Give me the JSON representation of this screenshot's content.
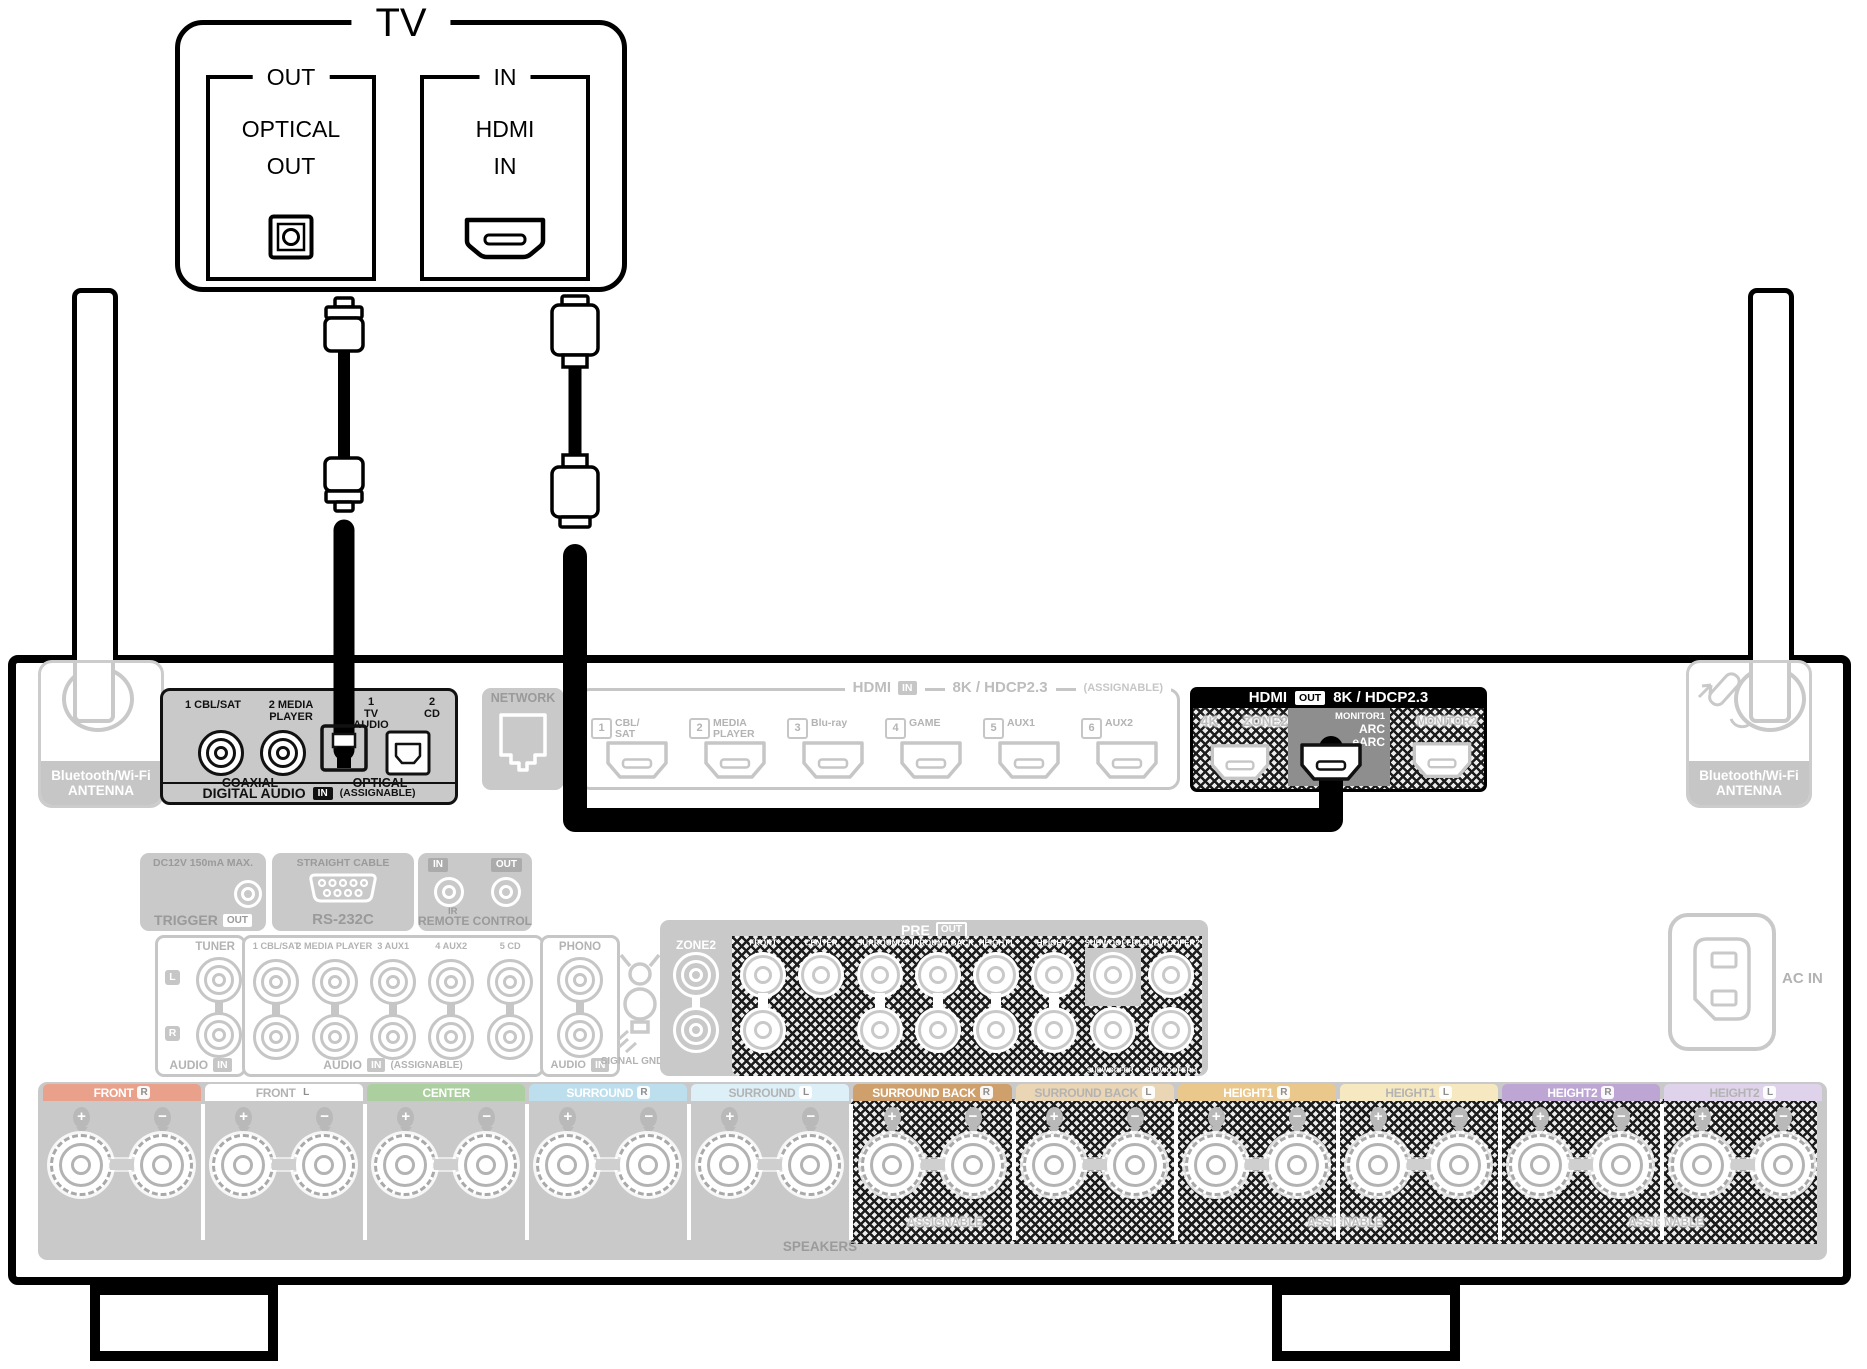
{
  "tv": {
    "title": "TV",
    "optical": {
      "group": "OUT",
      "label": "OPTICAL\nOUT"
    },
    "hdmi": {
      "group": "IN",
      "label": "HDMI\nIN"
    }
  },
  "rx": {
    "ant_left": {
      "label": "Bluetooth/Wi-Fi\nANTENNA"
    },
    "ant_right": {
      "label": "Bluetooth/Wi-Fi\nANTENNA"
    },
    "da": {
      "coax1": "1 CBL/SAT",
      "coax2": "2 MEDIA\nPLAYER",
      "opt1": "1\nTV\nAUDIO",
      "opt2": "2\nCD",
      "coaxial": "COAXIAL",
      "optical": "OPTICAL",
      "title": "DIGITAL AUDIO",
      "in": "IN",
      "assignable": "(ASSIGNABLE)"
    },
    "network": {
      "label": "NETWORK"
    },
    "hdmi_in": {
      "title": "HDMI",
      "in": "IN",
      "spec": "8K / HDCP2.3",
      "assignable": "(ASSIGNABLE)",
      "ports": [
        {
          "num": "1",
          "label": "CBL/\nSAT"
        },
        {
          "num": "2",
          "label": "MEDIA\nPLAYER"
        },
        {
          "num": "3",
          "label": "Blu-ray"
        },
        {
          "num": "4",
          "label": "GAME"
        },
        {
          "num": "5",
          "label": "AUX1"
        },
        {
          "num": "6",
          "label": "AUX2"
        }
      ]
    },
    "hdmi_out": {
      "title": "HDMI",
      "out": "OUT",
      "spec": "8K / HDCP2.3",
      "header_bg": "#000000",
      "m1_bg": "#8e8e8e",
      "p1l": "4K",
      "p1r": "ZONE2",
      "m1": [
        "MONITOR1",
        "ARC",
        "eARC"
      ],
      "m2": "MONITOR2"
    },
    "trigger": {
      "spec": "DC12V 150mA MAX.",
      "title": "TRIGGER",
      "out": "OUT"
    },
    "rs232": {
      "spec": "STRAIGHT CABLE",
      "title": "RS-232C"
    },
    "remote": {
      "in": "IN",
      "out": "OUT",
      "ir": "IR",
      "title": "REMOTE CONTROL"
    },
    "tuner": {
      "label": "TUNER",
      "l": "L",
      "r": "R",
      "title": "AUDIO",
      "in": "IN"
    },
    "audio": {
      "cols": [
        {
          "label": "1 CBL/SAT"
        },
        {
          "label": "2 MEDIA PLAYER"
        },
        {
          "label": "3 AUX1"
        },
        {
          "label": "4 AUX2"
        },
        {
          "label": "5 CD"
        }
      ],
      "title": "AUDIO",
      "in": "IN",
      "assignable": "(ASSIGNABLE)"
    },
    "phono": {
      "label": "PHONO",
      "title": "AUDIO",
      "in": "IN"
    },
    "gnd": {
      "label": "SIGNAL GND"
    },
    "preout": {
      "title": "PRE",
      "out": "OUT",
      "zone2": "ZONE2",
      "cols": [
        {
          "label": "FRONT",
          "pair": true
        },
        {
          "label": "CENTER"
        },
        {
          "label": "SURROUND",
          "pair": true
        },
        {
          "label": "SURROUND BACK",
          "pair": true
        },
        {
          "label": "HEIGHT1",
          "pair": true
        },
        {
          "label": "HEIGHT2",
          "pair": true
        },
        {
          "label": "SUBWOOFER1",
          "sub": true,
          "solid": true,
          "bottom_label": "SUBWOOFER 3"
        },
        {
          "label": "SUBWOOFER2",
          "sub": true,
          "bottom_label": "SUBWOOFER 4"
        }
      ]
    },
    "ac": {
      "label": "AC IN"
    },
    "spk": {
      "title": "SPEAKERS",
      "assignable": "ASSIGNABLE",
      "plus": "+",
      "minus": "−",
      "cols": [
        {
          "label": "FRONT",
          "side": "R",
          "color": "#e9a18c",
          "fg": "#ffffff"
        },
        {
          "label": "FRONT",
          "side": "L",
          "color": "#ffffff",
          "fg": "#b3b3b3"
        },
        {
          "label": "CENTER",
          "side": "",
          "color": "#abcf9f",
          "fg": "#ffffff"
        },
        {
          "label": "SURROUND",
          "side": "R",
          "color": "#bcdeed",
          "fg": "#ffffff"
        },
        {
          "label": "SURROUND",
          "side": "L",
          "color": "#ddf0f8",
          "fg": "#b3b3b3"
        },
        {
          "label": "SURROUND BACK",
          "side": "R",
          "color": "#cfa06b",
          "fg": "#ffffff"
        },
        {
          "label": "SURROUND BACK",
          "side": "L",
          "color": "#ead5b4",
          "fg": "#b3b3b3"
        },
        {
          "label": "HEIGHT1",
          "side": "R",
          "color": "#eac88b",
          "fg": "#ffffff"
        },
        {
          "label": "HEIGHT1",
          "side": "L",
          "color": "#f6e9c2",
          "fg": "#b3b3b3"
        },
        {
          "label": "HEIGHT2",
          "side": "R",
          "color": "#bda6d4",
          "fg": "#ffffff"
        },
        {
          "label": "HEIGHT2",
          "side": "L",
          "color": "#ded3ea",
          "fg": "#b3b3b3"
        }
      ]
    }
  }
}
